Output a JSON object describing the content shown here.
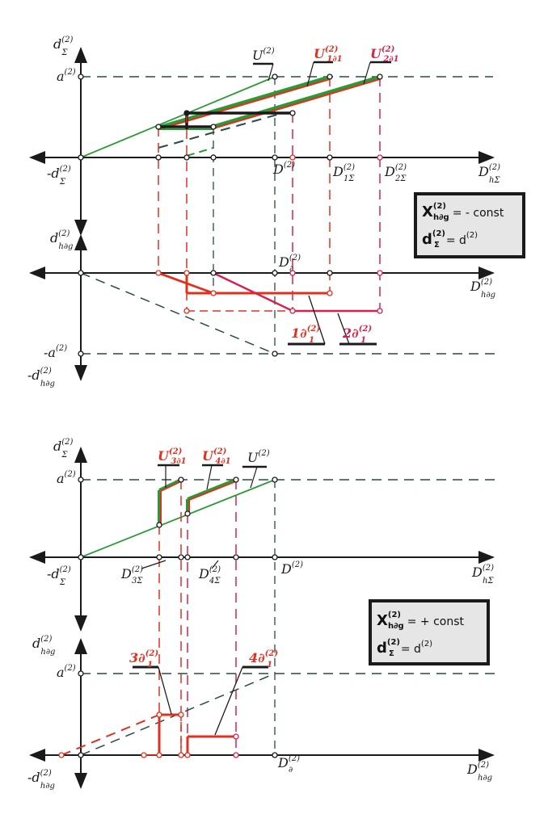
{
  "colors": {
    "axis": "#1a1a1a",
    "dash_dark": "#2a4a45",
    "green": "#2a9a36",
    "red": "#e0301e",
    "magenta": "#d8204a",
    "box_bg": "#e6e6e6"
  },
  "diagram1": {
    "labels": {
      "dsum": "d",
      "dsum_sup": "(2)",
      "dsum_sub": "Σ",
      "a": "a",
      "a_sup": "(2)",
      "neg_dsum": "-d",
      "neg_dsum_sup": "(2)",
      "neg_dsum_sub": "Σ",
      "U": "U",
      "U_sup": "(2)",
      "U1": "U",
      "U1_sup": "(2)",
      "U1_sub": "1∂1",
      "U2": "U",
      "U2_sup": "(2)",
      "U2_sub": "2∂1",
      "D": "D",
      "D_sup": "(2)",
      "D1": "D",
      "D1_sup": "(2)",
      "D1_sub": "1Σ",
      "D2": "D",
      "D2_sup": "(2)",
      "D2_sub": "2Σ",
      "Dh": "D",
      "Dh_sup": "(2)",
      "Dh_sub": "hΣ"
    },
    "box": {
      "line1_x": "X",
      "line1_sup": "(2)",
      "line1_sub": "h∂g",
      "line1_rest": "= - const",
      "line2_d": "d",
      "line2_sup": "(2)",
      "line2_sub": "Σ",
      "line2_rest": "= d",
      "line2_rest_sup": "(2)"
    }
  },
  "diagram2": {
    "labels": {
      "dhdg": "d",
      "dhdg_sup": "(2)",
      "dhdg_sub": "h∂g",
      "Dd": "D",
      "Dd_sup": "(2)",
      "Dd_sub": "∂",
      "Dhdg": "D",
      "Dhdg_sup": "(2)",
      "Dhdg_sub": "h∂g",
      "neg_a": "-a",
      "neg_a_sup": "(2)",
      "neg_dhdg": "-d",
      "neg_dhdg_sup": "(2)",
      "neg_dhdg_sub": "h∂g",
      "l1": "1∂",
      "l1_sup": "(2)",
      "l1_sub": "1",
      "l2": "2∂",
      "l2_sup": "(2)",
      "l2_sub": "1"
    }
  },
  "diagram3": {
    "labels": {
      "dsum": "d",
      "dsum_sup": "(2)",
      "dsum_sub": "Σ",
      "a": "a",
      "a_sup": "(2)",
      "neg_dsum": "-d",
      "neg_dsum_sup": "(2)",
      "neg_dsum_sub": "Σ",
      "U3": "U",
      "U3_sup": "(2)",
      "U3_sub": "3∂1",
      "U4": "U",
      "U4_sup": "(2)",
      "U4_sub": "4∂1",
      "U": "U",
      "U_sup": "(2)",
      "D3": "D",
      "D3_sup": "(2)",
      "D3_sub": "3Σ",
      "D4": "D",
      "D4_sup": "(2)",
      "D4_sub": "4Σ",
      "D": "D",
      "D_sup": "(2)",
      "Dh": "D",
      "Dh_sup": "(2)",
      "Dh_sub": "hΣ"
    },
    "box": {
      "line1_x": "X",
      "line1_sup": "(2)",
      "line1_sub": "h∂g",
      "line1_rest": "= + const",
      "line2_d": "d",
      "line2_sup": "(2)",
      "line2_sub": "Σ",
      "line2_rest": "= d",
      "line2_rest_sup": "(2)"
    }
  },
  "diagram4": {
    "labels": {
      "dhdg": "d",
      "dhdg_sup": "(2)",
      "dhdg_sub": "h∂g",
      "a": "a",
      "a_sup": "(2)",
      "l3": "3∂",
      "l3_sup": "(2)",
      "l3_sub": "1",
      "l4": "4∂",
      "l4_sup": "(2)",
      "l4_sub": "1",
      "neg_dhdg": "-d",
      "neg_dhdg_sup": "(2)",
      "neg_dhdg_sub": "h∂g",
      "Dd": "D",
      "Dd_sup": "(2)",
      "Dd_sub": "∂",
      "Dhdg": "D",
      "Dhdg_sup": "(2)",
      "Dhdg_sub": "h∂g"
    }
  }
}
